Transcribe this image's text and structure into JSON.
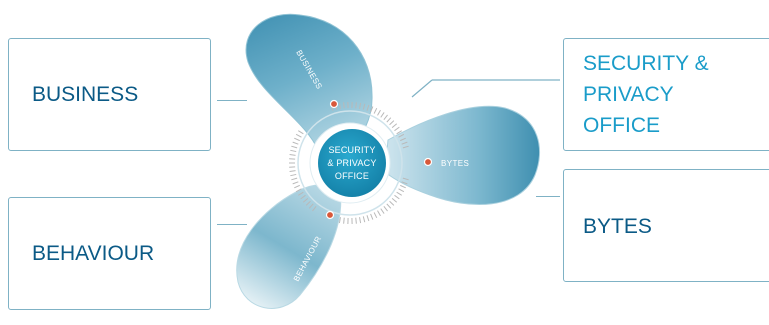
{
  "diagram": {
    "hub": {
      "lines": [
        "SECURITY",
        "& PRIVACY",
        "OFFICE"
      ]
    },
    "blades": {
      "business": "BUSINESS",
      "bytes": "BYTES",
      "behaviour": "BEHAVIOUR"
    },
    "boxes": {
      "business": "BUSINESS",
      "behaviour": "BEHAVIOUR",
      "security_lines": [
        "SECURITY &",
        "PRIVACY",
        "OFFICE"
      ],
      "bytes": "BYTES"
    },
    "colors": {
      "blade": "#4f9cba",
      "blade_light": "#e9f4f8",
      "hub": "#1e9cc4",
      "box_text": "#0b5a86",
      "accent_text": "#1a9cc9",
      "border": "#7fb2c5",
      "dot": "#d8583a"
    }
  }
}
